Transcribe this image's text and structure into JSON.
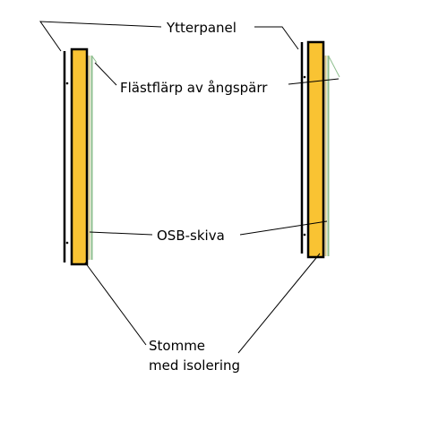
{
  "diagram": {
    "labels": {
      "ytterpanel": "Ytterpanel",
      "flastflarp": "Flästflärp av ångspärr",
      "osb": "OSB-skiva",
      "stomme_line1": "Stomme",
      "stomme_line2": "med isolering"
    },
    "colors": {
      "stud_fill": "#f9c333",
      "outline": "#000000",
      "vapor_barrier": "#8fbf8f",
      "osb_board": "#d8c98a",
      "background": "#ffffff"
    }
  }
}
